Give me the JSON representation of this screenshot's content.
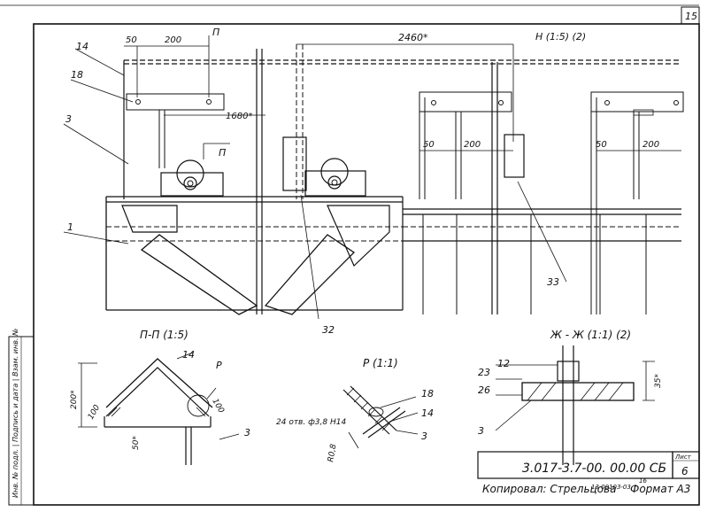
{
  "sheet": {
    "page_number": "15",
    "doc_number": "3.017-3.7-00. 00.00 СБ",
    "sheet_label": "Лист",
    "sheet_value": "6",
    "copied_by": "Копировал: Стрельцова",
    "stamp_code": "13 00103-03",
    "format": "Формат А3",
    "format_small": "16"
  },
  "side_stamp": {
    "text": "Инв. № подл. | Подпись и дата | Взам. инв. №"
  },
  "main_view": {
    "dims": {
      "d50_top": "50",
      "d200_top": "200",
      "d2460": "2460*",
      "d1680": "1680*",
      "d50_mid": "50",
      "d200_mid": "200",
      "d50_right": "50",
      "d200_right": "200"
    },
    "section_mark_top": "П",
    "section_mark_mid": "П",
    "view_title": "Н (1:5) (2)",
    "callouts": {
      "c14": "14",
      "c18": "18",
      "c3": "3",
      "c1": "1",
      "c32": "32",
      "c33": "33"
    }
  },
  "section_pp": {
    "title": "П-П (1:5)",
    "callout_14": "14",
    "callout_p": "Р",
    "callout_3": "3",
    "dim_200": "200*",
    "dim_100_left": "100",
    "dim_100_right": "100",
    "dim_50": "50*"
  },
  "detail_p": {
    "title": "Р (1:1)",
    "callout_18": "18",
    "callout_14": "14",
    "callout_3": "3",
    "holes": "24 отв. ф3,8 Н14",
    "r": "R0,8"
  },
  "section_zhzh": {
    "title": "Ж - Ж (1:1) (2)",
    "callout_12": "12",
    "callout_23": "23",
    "callout_26": "26",
    "callout_3": "3",
    "dim_35": "35*"
  }
}
